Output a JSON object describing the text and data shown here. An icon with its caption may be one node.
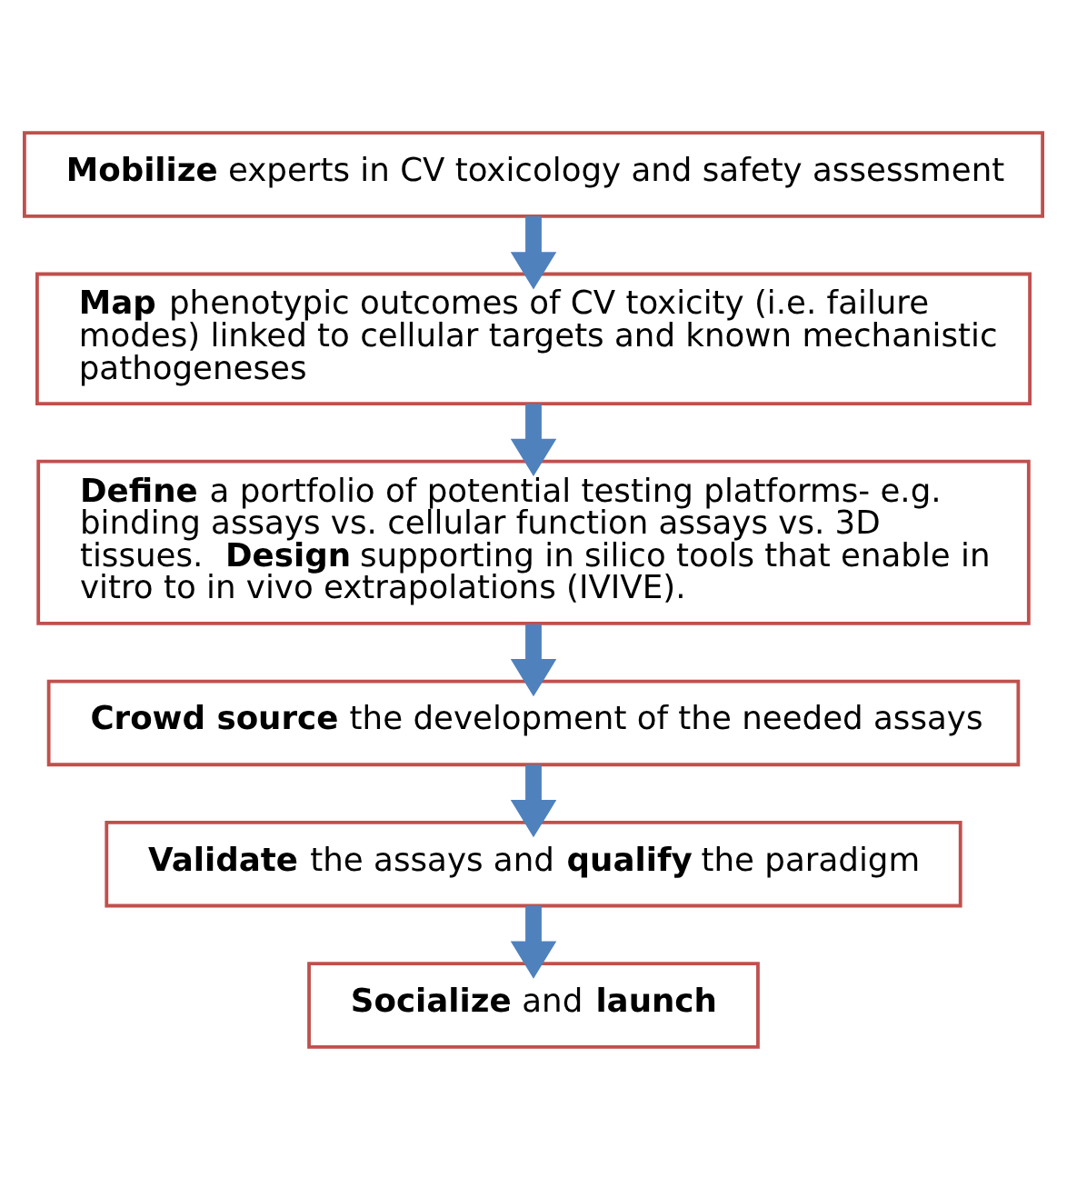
{
  "diagram": {
    "nodes": [
      {
        "text": [
          "**Mobilize** experts in CV toxicology and safety assessment"
        ]
      },
      {
        "text": [
          "**Map** phenotypic outcomes of CV toxicity (i.e. failure modes) linked to cellular targets and known mechanistic pathogeneses"
        ]
      },
      {
        "text": [
          "**Define** a portfolio of potential testing platforms- e.g. binding assays vs. cellular function assays vs. 3D tissues.  **Design** supporting in silico tools that enable in vitro to in vivo extrapolations (IVIVE)."
        ]
      },
      {
        "text": [
          "**Crowd source** the development of the needed assays"
        ]
      },
      {
        "text": [
          "**Validate** the assays and **qualify** the paradigm"
        ]
      },
      {
        "text": [
          "**Socialize** and **launch**"
        ]
      }
    ],
    "edges": [
      {
        "from": 0,
        "to": 1,
        "arrow": "to"
      },
      {
        "from": 1,
        "to": 2,
        "arrow": "to"
      },
      {
        "from": 2,
        "to": 3,
        "arrow": "to"
      },
      {
        "from": 3,
        "to": 4,
        "arrow": "to"
      },
      {
        "from": 4,
        "to": 5,
        "arrow": "to"
      }
    ]
  }
}
